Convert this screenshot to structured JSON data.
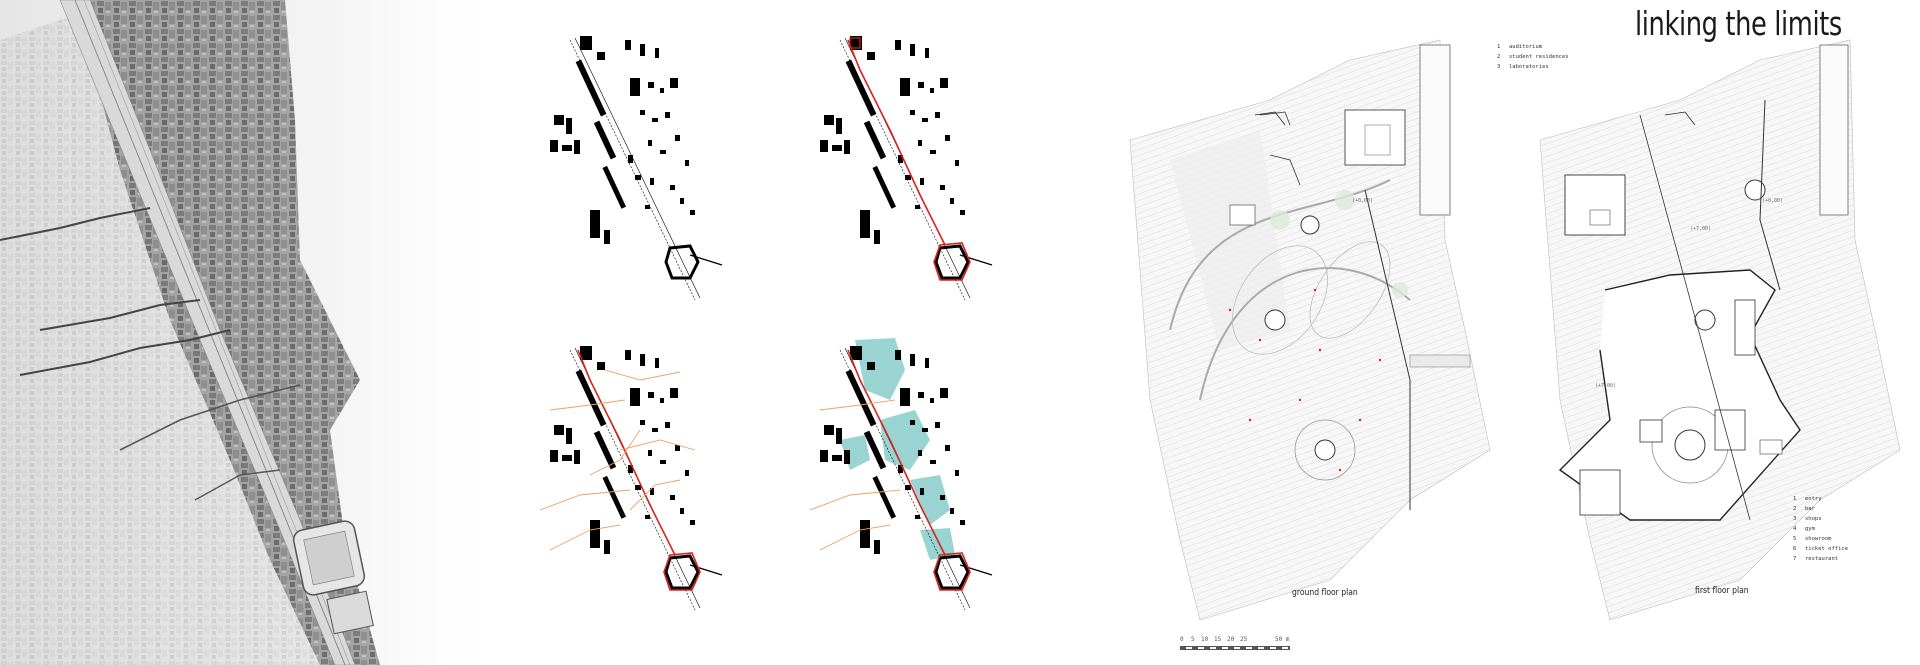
{
  "title": "linking the limits",
  "ground_floor": {
    "label": "ground floor plan",
    "legend": [
      {
        "n": "1",
        "text": "auditorium"
      },
      {
        "n": "2",
        "text": "student residences"
      },
      {
        "n": "3",
        "text": "laboratories"
      }
    ],
    "levels": [
      "(+0,00)"
    ]
  },
  "first_floor": {
    "label": "first floor plan",
    "legend": [
      {
        "n": "1",
        "text": "entry"
      },
      {
        "n": "2",
        "text": "bar"
      },
      {
        "n": "3",
        "text": "shops"
      },
      {
        "n": "4",
        "text": "gym"
      },
      {
        "n": "5",
        "text": "showroom"
      },
      {
        "n": "6",
        "text": "ticket office"
      },
      {
        "n": "7",
        "text": "restaurant"
      }
    ],
    "levels": [
      "(+0,00)",
      "(+7,00)",
      "(+7,00)"
    ]
  },
  "scale": {
    "ticks": [
      "0",
      "5",
      "10",
      "15",
      "20",
      "25",
      "50 m"
    ]
  },
  "colors": {
    "red_route": "#d8231c",
    "orange_paths": "#f0a060",
    "teal_green": "#8fd0cf",
    "buildings": "#000000"
  }
}
